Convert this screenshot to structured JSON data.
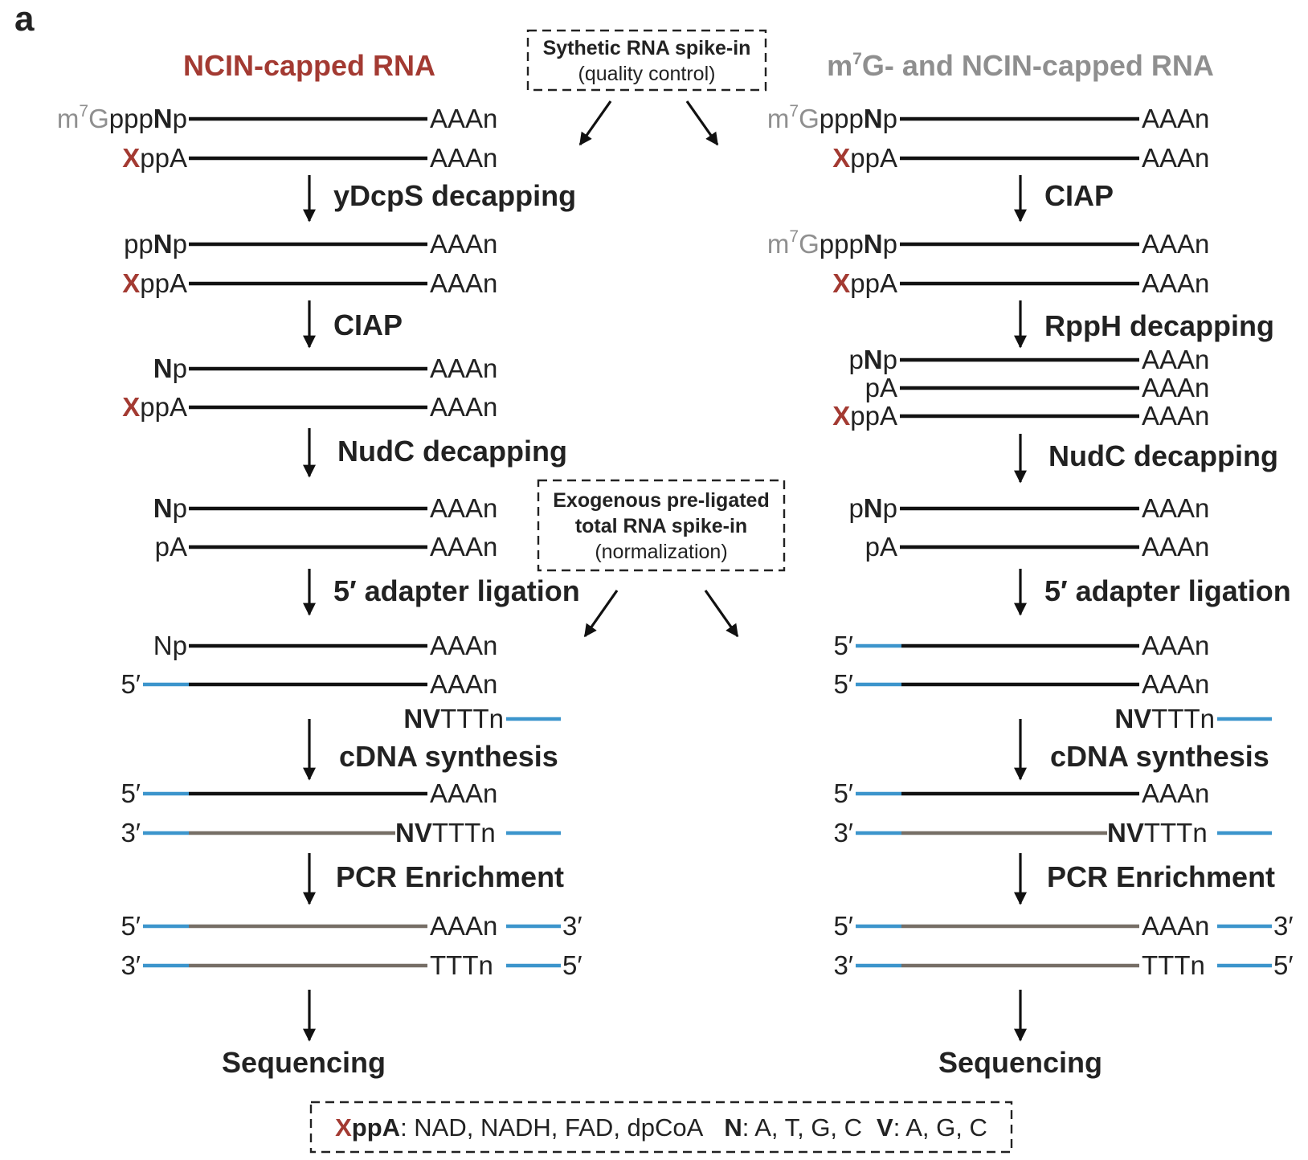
{
  "panel_label": "a",
  "left_title": "NCIN-capped RNA",
  "right_title": "m7G- and NCIN-capped RNA",
  "colors": {
    "red_accent": "#a33a32",
    "grey_accent": "#8f8f8f",
    "rna_line": "#111111",
    "cdna_line": "#766e66",
    "adapter_line": "#3c95cc"
  },
  "spike_synthetic": {
    "line1": "Sythetic RNA spike-in",
    "line2": "(quality control)"
  },
  "spike_exogenous": {
    "line1": "Exogenous pre-ligated",
    "line2": "total RNA spike-in",
    "line3": "(normalization)"
  },
  "labels": {
    "m": "m",
    "seven": "7",
    "G": "G",
    "ppp": "ppp",
    "N": "N",
    "p": "p",
    "pp": "pp",
    "X": "X",
    "ppA": "ppA",
    "pA": "pA",
    "AAAn": "AAAn",
    "TTTn": "TTTn",
    "NV": "NV",
    "five_prime": "5′",
    "three_prime": "3′"
  },
  "left_steps": [
    "yDcpS decapping",
    "CIAP",
    "NudC decapping",
    "5′ adapter ligation",
    "cDNA synthesis",
    "PCR Enrichment"
  ],
  "right_steps": [
    "CIAP",
    "RppH decapping",
    "NudC decapping",
    "5′ adapter ligation",
    "cDNA synthesis",
    "PCR Enrichment"
  ],
  "final_label": "Sequencing",
  "legend": {
    "xppa_X": "X",
    "xppa_rest": "ppA",
    "xppa_text": ": NAD, NADH, FAD, dpCoA",
    "n_key": "N",
    "n_text": ": A, T, G, C",
    "v_key": "V",
    "v_text": ": A, G, C"
  }
}
